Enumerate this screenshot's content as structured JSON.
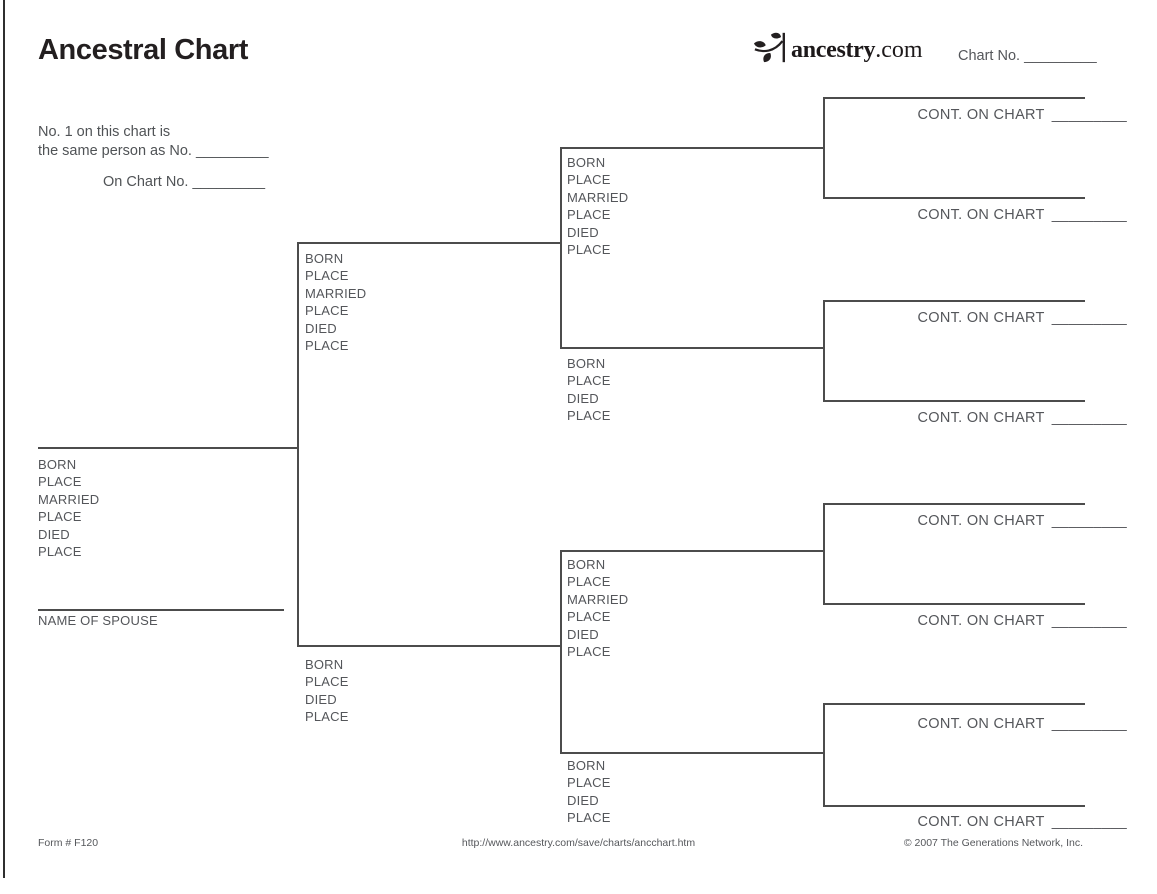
{
  "header": {
    "title": "Ancestral Chart",
    "logo": {
      "icon": "leaf-branch-icon",
      "name": "ancestry",
      "tld": ".com"
    },
    "chart_no_label": "Chart No.",
    "chart_no_blank": "_________"
  },
  "identity_note": {
    "line1": "No. 1 on this chart is",
    "line2": "the same person as No.",
    "line2_blank": "_________",
    "line3": "On Chart No.",
    "line3_blank": "_________"
  },
  "tree": {
    "person1": {
      "fields": [
        "BORN",
        "PLACE",
        "MARRIED",
        "PLACE",
        "DIED",
        "PLACE"
      ]
    },
    "spouse_label": "NAME OF SPOUSE",
    "gen2_father": {
      "fields": [
        "BORN",
        "PLACE",
        "MARRIED",
        "PLACE",
        "DIED",
        "PLACE"
      ]
    },
    "gen2_mother": {
      "fields": [
        "BORN",
        "PLACE",
        "DIED",
        "PLACE"
      ]
    },
    "gen3_paternal_grandfather": {
      "fields": [
        "BORN",
        "PLACE",
        "MARRIED",
        "PLACE",
        "DIED",
        "PLACE"
      ]
    },
    "gen3_paternal_grandmother": {
      "fields": [
        "BORN",
        "PLACE",
        "DIED",
        "PLACE"
      ]
    },
    "gen3_maternal_grandfather": {
      "fields": [
        "BORN",
        "PLACE",
        "MARRIED",
        "PLACE",
        "DIED",
        "PLACE"
      ]
    },
    "gen3_maternal_grandmother": {
      "fields": [
        "BORN",
        "PLACE",
        "DIED",
        "PLACE"
      ]
    },
    "gen4": {
      "cont_label": "CONT. ON CHART",
      "blank": "_________",
      "row_count": 8
    }
  },
  "footer": {
    "form_no": "Form # F120",
    "url": "http://www.ancestry.com/save/charts/ancchart.htm",
    "copyright": "© 2007 The Generations Network, Inc."
  },
  "colors": {
    "ink": "#231f20",
    "text_gray": "#54565a",
    "line_gray": "#4c4c4c"
  }
}
